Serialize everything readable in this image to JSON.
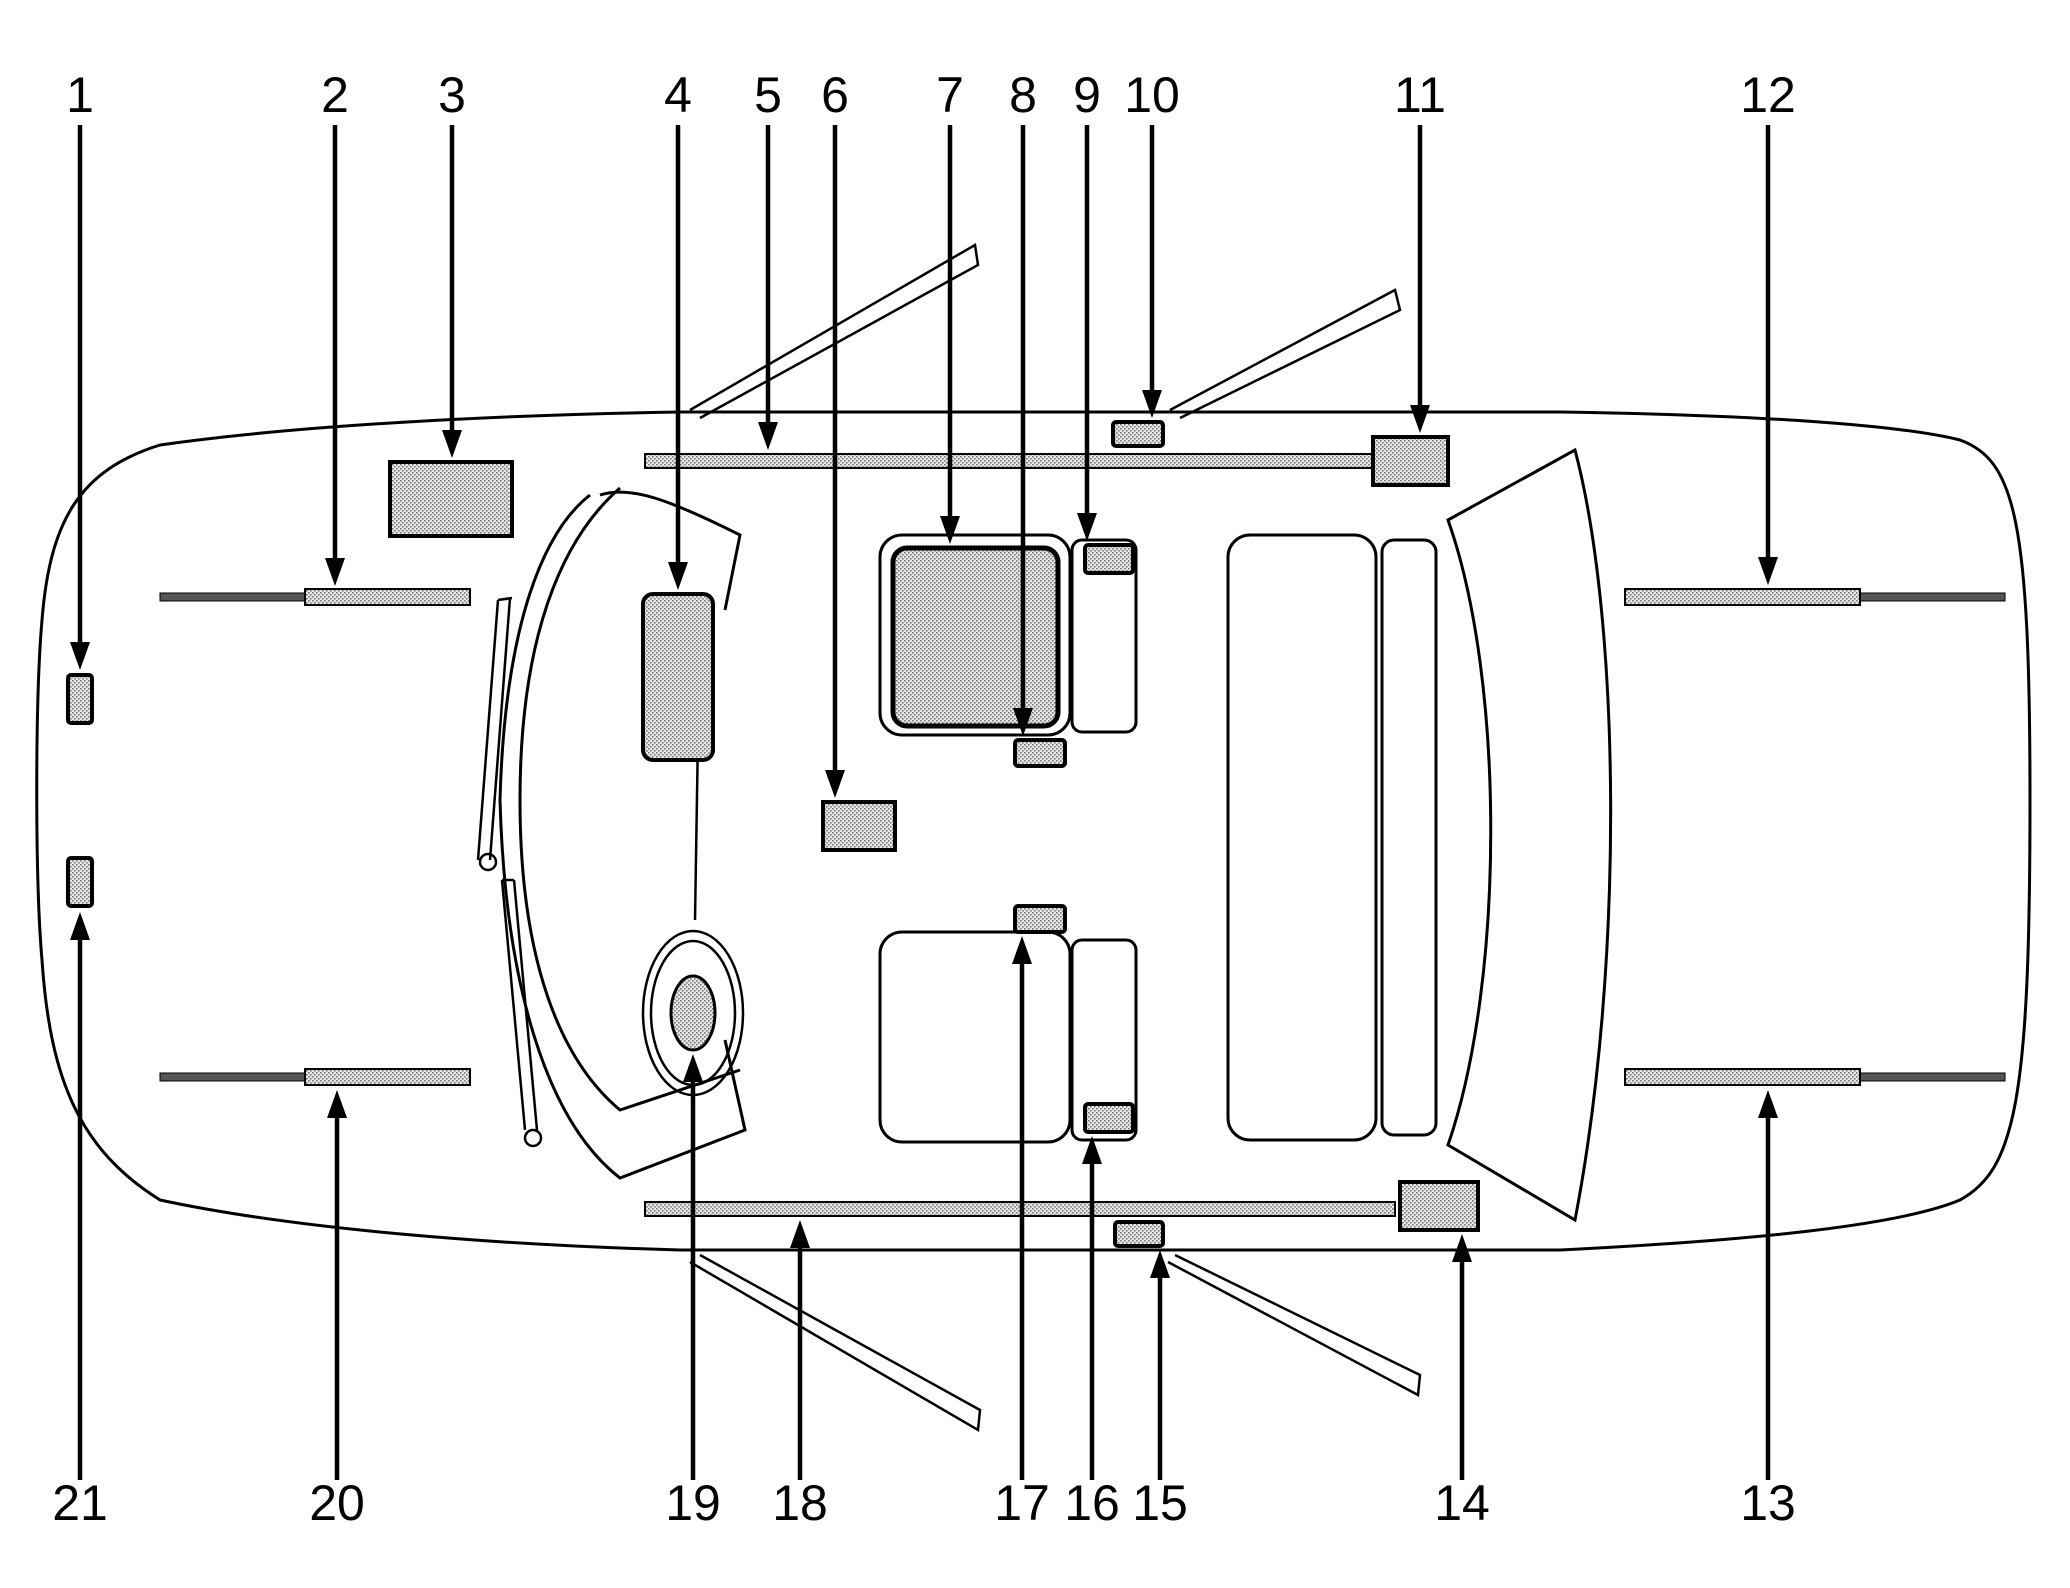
{
  "colors": {
    "ink": "#000000",
    "module_fill": "#d8d8d8",
    "background": "#ffffff"
  },
  "callouts": {
    "top": [
      {
        "label": "1"
      },
      {
        "label": "2"
      },
      {
        "label": "3"
      },
      {
        "label": "4"
      },
      {
        "label": "5"
      },
      {
        "label": "6"
      },
      {
        "label": "7"
      },
      {
        "label": "8"
      },
      {
        "label": "9"
      },
      {
        "label": "10"
      },
      {
        "label": "11"
      },
      {
        "label": "12"
      }
    ],
    "bottom": [
      {
        "label": "21"
      },
      {
        "label": "20"
      },
      {
        "label": "19"
      },
      {
        "label": "18"
      },
      {
        "label": "17"
      },
      {
        "label": "16"
      },
      {
        "label": "15"
      },
      {
        "label": "14"
      },
      {
        "label": "13"
      }
    ]
  }
}
